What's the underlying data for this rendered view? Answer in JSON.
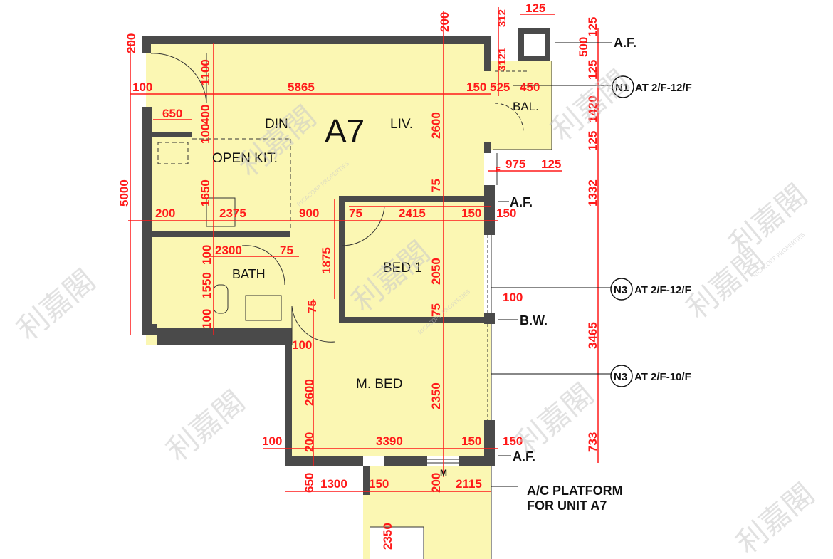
{
  "unit": {
    "name": "A7"
  },
  "rooms": {
    "dining": "DIN.",
    "living": "LIV.",
    "kitchen": "OPEN KIT.",
    "bath": "BATH",
    "bed1": "BED 1",
    "master_bed": "M. BED",
    "balcony": "BAL."
  },
  "dims": {
    "top_200": "200",
    "top_2_200": "200",
    "left_5000": "5000",
    "left_1100": "1100",
    "row_100": "100",
    "row_5865": "5865",
    "bal_150": "150",
    "bal_525": "525",
    "bal_450": "450",
    "kit_650": "650",
    "kit_400": "400",
    "kit_100": "100",
    "kit_1650": "1650",
    "mid_200": "200",
    "mid_2375": "2375",
    "mid_900": "900",
    "bed1_75": "75",
    "bed1_2415": "2415",
    "bed1_150": "150",
    "bed1_150b": "150",
    "bath_2300": "2300",
    "bath_100": "100",
    "bath_75": "75",
    "bath_1550": "1550",
    "bath_100b": "100",
    "v_1875": "1875",
    "v_2600": "2600",
    "v_75a": "75",
    "v_2050": "2050",
    "v_75b": "75",
    "v_100": "100",
    "v_75c": "75",
    "d_100": "100",
    "mb_2600": "2600",
    "mb_2350": "2350",
    "bot_100": "100",
    "bot_200": "200",
    "bot_3390": "3390",
    "bot_150": "150",
    "bot_150b": "150",
    "ac_650": "650",
    "ac_1300": "1300",
    "ac_150": "150",
    "ac_200": "200",
    "ac_2115": "2115",
    "ac_2350": "2350",
    "tr_312": "312",
    "tr_125": "125",
    "tr_3121": "3121",
    "tr_500": "500",
    "tr_125b": "125",
    "tr_125c": "125",
    "r_1420": "1420",
    "r_125": "125",
    "r_1332": "1332",
    "r_3465": "3465",
    "r_733": "733",
    "bal_975": "975",
    "bal_125": "125",
    "bal_f": "F",
    "m_label": "M"
  },
  "annotations": {
    "af1": "A.F.",
    "af2": "A.F.",
    "af3": "A.F.",
    "bw": "B.W.",
    "n1": "N1",
    "n1_text": "AT 2/F-12/F",
    "n3a": "N3",
    "n3a_text": "AT 2/F-12/F",
    "n3b": "N3",
    "n3b_text": "AT 2/F-10/F",
    "ac1": "A/C PLATFORM",
    "ac2": "FOR UNIT A7"
  },
  "watermark": {
    "text": "利嘉閣",
    "sub": "RICACORP PROPERTIES"
  },
  "colors": {
    "floor": "#fbf7b3",
    "wall": "#4a4a4a",
    "dimension": "#ff1a1a"
  }
}
